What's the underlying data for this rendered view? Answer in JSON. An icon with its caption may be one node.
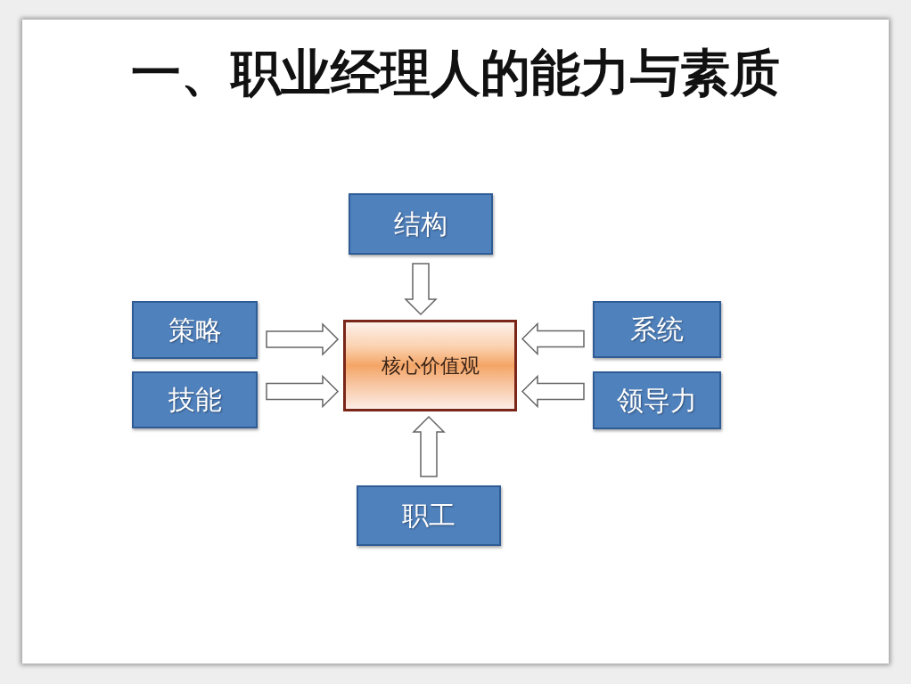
{
  "diagram": {
    "title": "一、职业经理人的能力与素质",
    "nodes": [
      {
        "text": [
          "结构"
        ]
      },
      {
        "text": [
          "策略"
        ]
      },
      {
        "text": [
          "技能"
        ]
      },
      {
        "text": [
          "核心价值观"
        ]
      },
      {
        "text": [
          "系统"
        ]
      },
      {
        "text": [
          "领导力"
        ]
      },
      {
        "text": [
          "职工"
        ]
      }
    ],
    "edges": [
      {
        "from": 0,
        "to": 3,
        "arrow": "to"
      },
      {
        "from": 1,
        "to": 3,
        "arrow": "to"
      },
      {
        "from": 2,
        "to": 3,
        "arrow": "to"
      },
      {
        "from": 4,
        "to": 3,
        "arrow": "to"
      },
      {
        "from": 5,
        "to": 3,
        "arrow": "to"
      },
      {
        "from": 6,
        "to": 3,
        "arrow": "to"
      }
    ]
  }
}
